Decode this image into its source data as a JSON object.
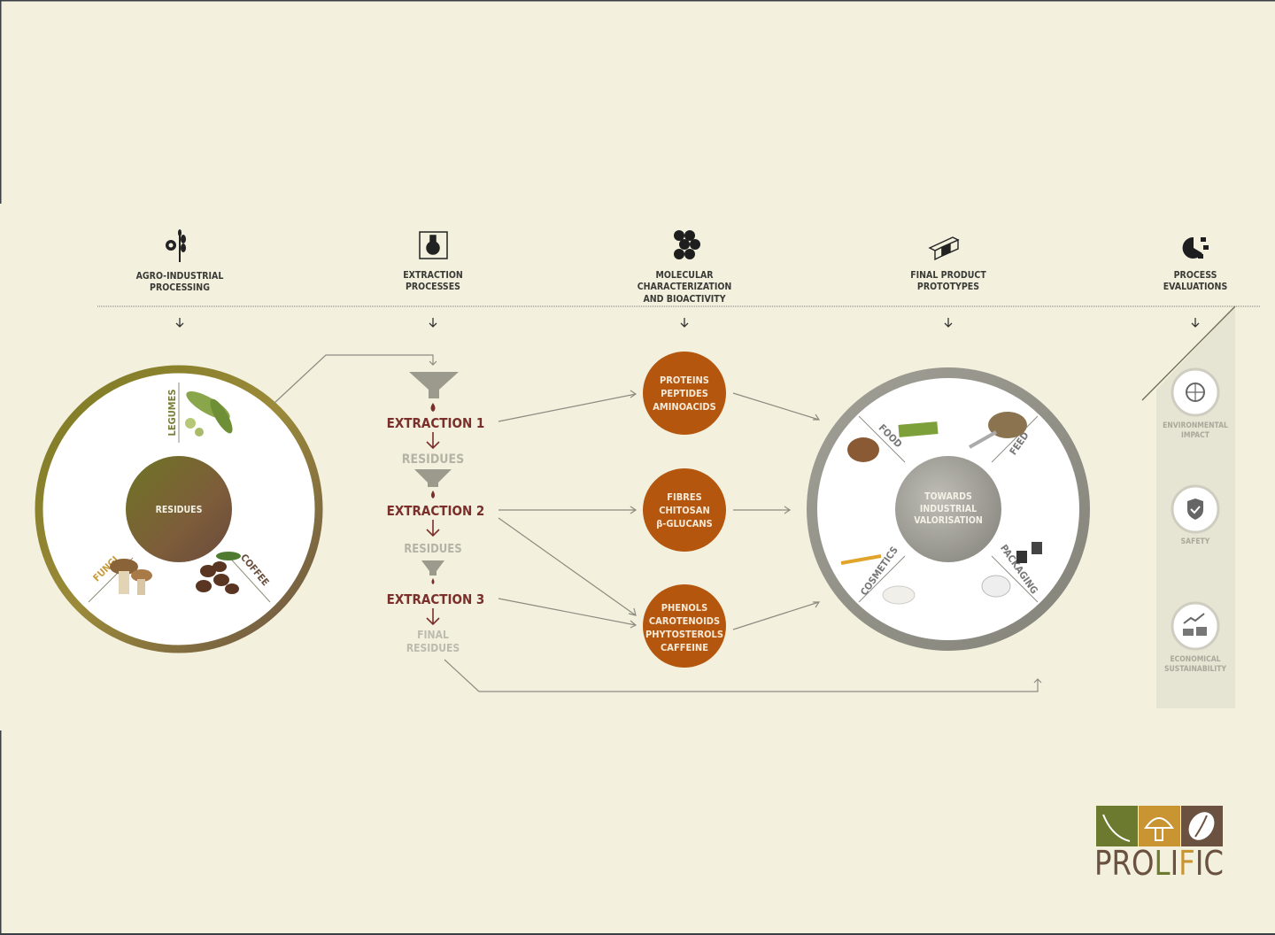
{
  "stages": [
    {
      "icon": "wheat-gear-icon",
      "line1": "AGRO-INDUSTRIAL",
      "line2": "PROCESSING"
    },
    {
      "icon": "flask-cycle-icon",
      "line1": "EXTRACTION",
      "line2": "PROCESSES"
    },
    {
      "icon": "molecule-icon",
      "line1": "MOLECULAR",
      "line2": "CHARACTERIZATION",
      "line3": "AND BIOACTIVITY"
    },
    {
      "icon": "cubes-icon",
      "line1": "FINAL PRODUCT",
      "line2": "PROTOTYPES"
    },
    {
      "icon": "pie-chart-icon",
      "line1": "PROCESS",
      "line2": "EVALUATIONS"
    }
  ],
  "residues_circle": {
    "center": "RESIDUES",
    "legumes": "LEGUMES",
    "fungi": "FUNGI",
    "coffee": "COFFEE"
  },
  "extraction": {
    "e1": "EXTRACTION 1",
    "r1": "RESIDUES",
    "e2": "EXTRACTION 2",
    "r2": "RESIDUES",
    "e3": "EXTRACTION 3",
    "final1": "FINAL",
    "final2": "RESIDUES"
  },
  "molecules": [
    [
      "PROTEINS",
      "PEPTIDES",
      "AMINOACIDS"
    ],
    [
      "FIBRES",
      "CHITOSAN",
      "β-GLUCANS"
    ],
    [
      "PHENOLS",
      "CAROTENOIDS",
      "PHYTOSTEROLS",
      "CAFFEINE"
    ]
  ],
  "valorisation_circle": {
    "line1": "TOWARDS",
    "line2": "INDUSTRIAL",
    "line3": "VALORISATION",
    "food": "FOOD",
    "feed": "FEED",
    "cosmetics": "COSMETICS",
    "packaging": "PACKAGING"
  },
  "evaluations": [
    {
      "icon": "globe-icon",
      "line1": "ENVIRONMENTAL",
      "line2": "IMPACT"
    },
    {
      "icon": "shield-check-icon",
      "line1": "SAFETY"
    },
    {
      "icon": "growth-coins-icon",
      "line1": "ECONOMICAL",
      "line2": "SUSTAINABILITY"
    }
  ],
  "logo": {
    "p1": "PRO",
    "p2": "L",
    "p3": "I",
    "p4": "F",
    "p5": "IC"
  },
  "colors": {
    "background": "#f3f1de",
    "molecule": "#b5560f",
    "extraction": "#7a2f2b",
    "logo_green": "#6b7a2e",
    "logo_gold": "#c99432",
    "logo_brown": "#6b5140"
  }
}
